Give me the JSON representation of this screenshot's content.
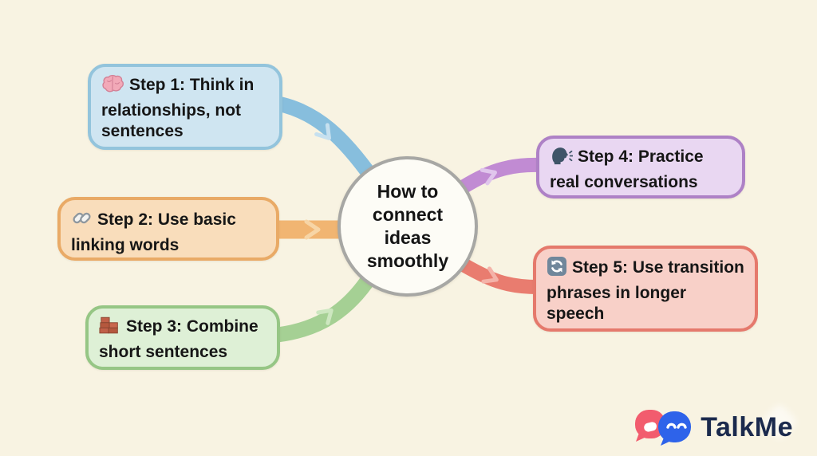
{
  "background_color": "#f8f3e2",
  "center": {
    "lines": [
      "How to",
      "connect",
      "ideas",
      "smoothly"
    ],
    "fill": "#fdfcf6",
    "border_color": "#a7a7a4",
    "text_color": "#141414"
  },
  "nodes": [
    {
      "label": "Step 1: Think in relationships, not sentences",
      "icon": "brain-icon",
      "fill": "#cfe5f1",
      "border_color": "#93c4dc",
      "connector_color": "#87bedd"
    },
    {
      "label": "Step 2: Use basic linking words",
      "icon": "link-icon",
      "fill": "#f9ddbb",
      "border_color": "#e9aa66",
      "connector_color": "#f1b572"
    },
    {
      "label": "Step 3: Combine short sentences",
      "icon": "bricks-icon",
      "fill": "#def0d6",
      "border_color": "#96c685",
      "connector_color": "#a5d094"
    },
    {
      "label": "Step 4: Practice real conversations",
      "icon": "speaking-head-icon",
      "fill": "#e9d7f2",
      "border_color": "#ae81c6",
      "connector_color": "#c18bd3"
    },
    {
      "label": "Step 5: Use transition phrases in longer speech",
      "icon": "refresh-icon",
      "fill": "#f8d0c8",
      "border_color": "#e5796c",
      "connector_color": "#e97c6f"
    }
  ],
  "logo": {
    "text": "TalkMe",
    "text_color": "#1b2a4d",
    "bubble_pink": "#f25c6e",
    "bubble_blue": "#2e63ea"
  }
}
